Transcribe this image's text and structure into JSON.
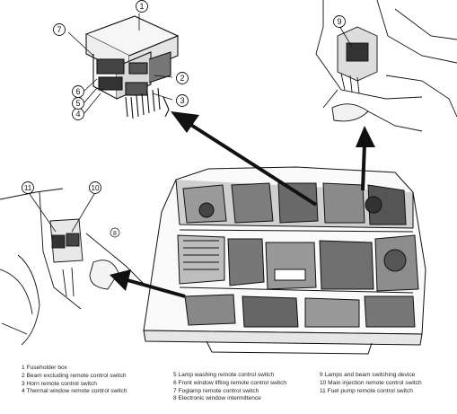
{
  "callouts": {
    "top": [
      "1",
      "2",
      "3",
      "4",
      "5",
      "6",
      "7"
    ],
    "right": [
      "9"
    ],
    "left": [
      "11",
      "10"
    ],
    "small": "8"
  },
  "legend": {
    "col1": [
      "1 Fuseholder box",
      "2 Beam excluding remote control switch",
      "3 Horn remote control switch",
      "4 Thermal window remote control switch"
    ],
    "col2": [
      "5 Lamp washing remote control switch",
      "6  Front window lifting remote control switch",
      "7 Foglamp remote control switch",
      "8 Electronic window intermittence"
    ],
    "col3": [
      "9 Lamps and beam switching device",
      "10 Main injection remote control switch",
      "11 Fuel pump remote control switch"
    ]
  }
}
